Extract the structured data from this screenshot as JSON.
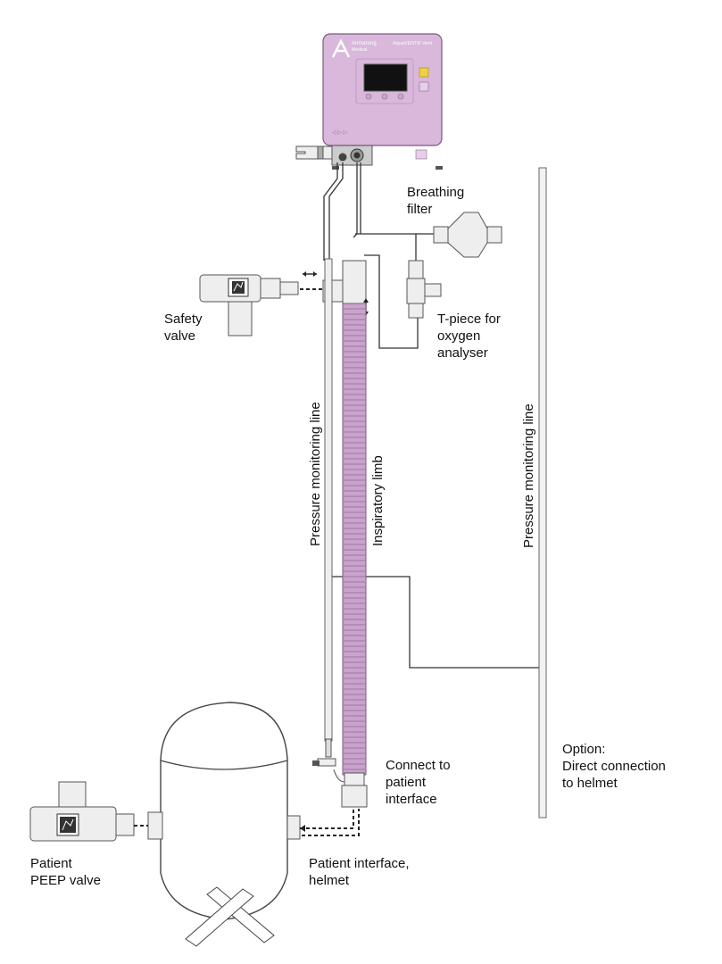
{
  "device": {
    "brand_line1": "Armstrong",
    "brand_line2": "Medical",
    "model": "AquaVENT® Vent",
    "colors": {
      "housing": "#d9b8db",
      "housing_edge": "#7d5a80",
      "screen": "#111111",
      "button_yellow": "#f0d040"
    }
  },
  "labels": {
    "breathing_filter": [
      "Breathing",
      "filter"
    ],
    "safety_valve": [
      "Safety",
      "valve"
    ],
    "t_piece": [
      "T-piece for",
      "oxygen",
      "analyser"
    ],
    "pressure_line_left": "Pressure monitoring line",
    "inspiratory_limb": "Inspiratory limb",
    "pressure_line_right": "Pressure monitoring line",
    "option": [
      "Option:",
      "Direct connection",
      "to helmet"
    ],
    "connect_patient": [
      "Connect to",
      "patient",
      "interface"
    ],
    "patient_peep": [
      "Patient",
      "PEEP valve"
    ],
    "patient_interface": [
      "Patient interface,",
      "helmet"
    ]
  },
  "colors": {
    "limb": "#c9a3cc",
    "limb_ribs": "#9c7aa0",
    "line": "#333333",
    "valve_fill": "#eeeeee"
  }
}
